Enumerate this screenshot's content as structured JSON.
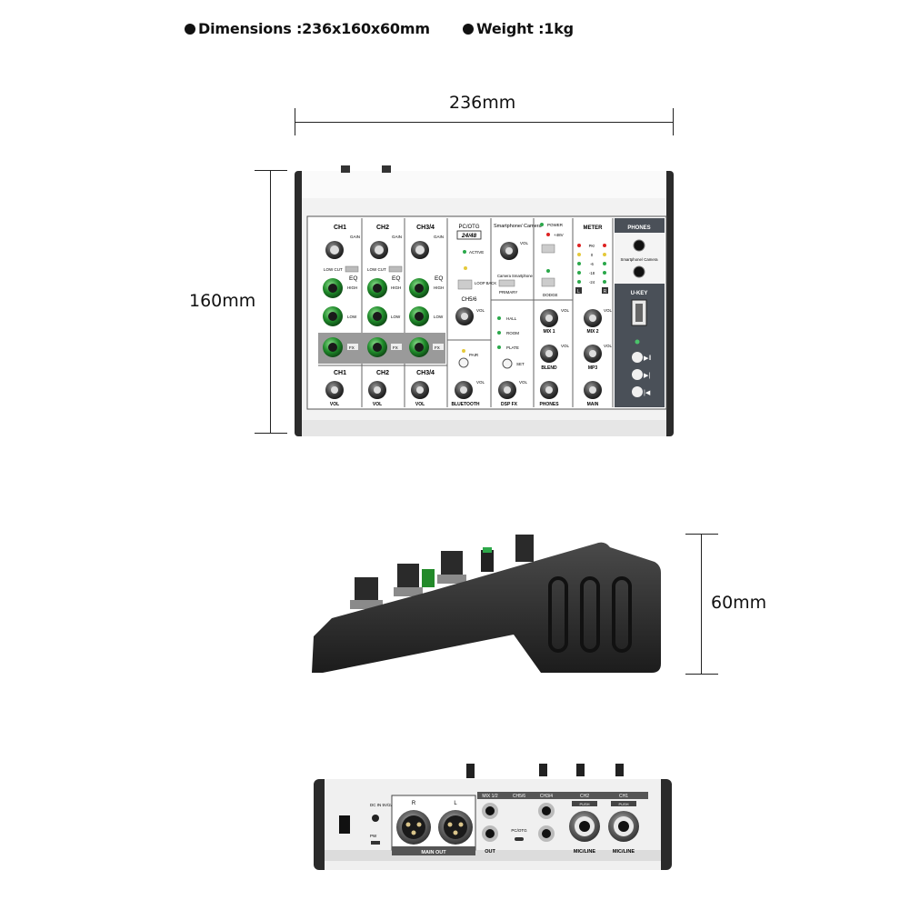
{
  "specs": {
    "dimensions": "Dimensions :236x160x60mm",
    "weight": "Weight :1kg"
  },
  "measures": {
    "width": "236mm",
    "height": "160mm",
    "depth": "60mm"
  },
  "top_panel": {
    "channels": [
      "CH1",
      "CH2",
      "CH3/4"
    ],
    "gain": "GAIN",
    "low_cut": "LOW CUT",
    "eq": "EQ",
    "high": "HIGH",
    "low": "LOW",
    "fx": "FX",
    "vol": "VOL",
    "pc_otg": "PC/OTG",
    "rate": "24/48",
    "active": "ACTIVE",
    "loop_back": "LOOP BACK",
    "ch56": "CH5/6",
    "pair": "PAIR",
    "bluetooth": "BLUETOOTH",
    "smartphone_camera": "Smartphone/ Camera",
    "camera_smartphone": "Camera Smartphone",
    "primary": "PRIMARY",
    "hall": "HALL",
    "room": "ROOM",
    "plate": "PLATE",
    "set": "SET",
    "dsp_fx": "DSP FX",
    "power": "POWER",
    "phantom": "+48V",
    "dodge": "DODGE",
    "mix1": "MIX 1",
    "blend": "BLEND",
    "phones": "PHONES",
    "meter": "METER",
    "pk": "PK!",
    "meter_levels": [
      "0",
      "-6",
      "-18",
      "-24"
    ],
    "lr": [
      "L",
      "R"
    ],
    "mix2": "MIX 2",
    "mp3": "MP3",
    "main": "MAIN",
    "phones_header": "PHONES",
    "phones_jack": "Smartphone/ Camera",
    "ukey": "U-KEY"
  },
  "rear_panel": {
    "dc_in": "DC IN 5V/2A",
    "pw": "PW",
    "r": "R",
    "l": "L",
    "main_out": "MAIN OUT",
    "mix12": "MIX 1/2",
    "ch56": "CH5/6",
    "ch34": "CH3/4",
    "ch2": "CH2",
    "ch1": "CH1",
    "out": "OUT",
    "pc_otg": "PC/OTG",
    "mic_line": "MIC/LINE",
    "push": "PUSH"
  }
}
